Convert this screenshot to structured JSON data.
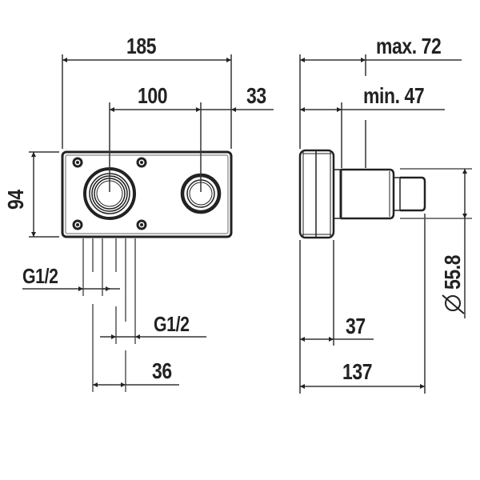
{
  "colors": {
    "line": "#333333",
    "thin": "#555555",
    "text": "#222222",
    "background": "#ffffff"
  },
  "front_view": {
    "name": "front-view",
    "dimensions": {
      "overall_width": "185",
      "port_spacing": "100",
      "edge_to_port": "33",
      "height": "94",
      "inlet_thread": "G1/2",
      "outlet_thread": "G1/2",
      "pipe_spacing": "36"
    }
  },
  "side_view": {
    "name": "side-view",
    "dimensions": {
      "max_depth": "max. 72",
      "min_depth": "min. 47",
      "diameter": "55.8",
      "diameter_symbol": "⌀",
      "flange_depth": "37",
      "overall_depth": "137"
    }
  }
}
